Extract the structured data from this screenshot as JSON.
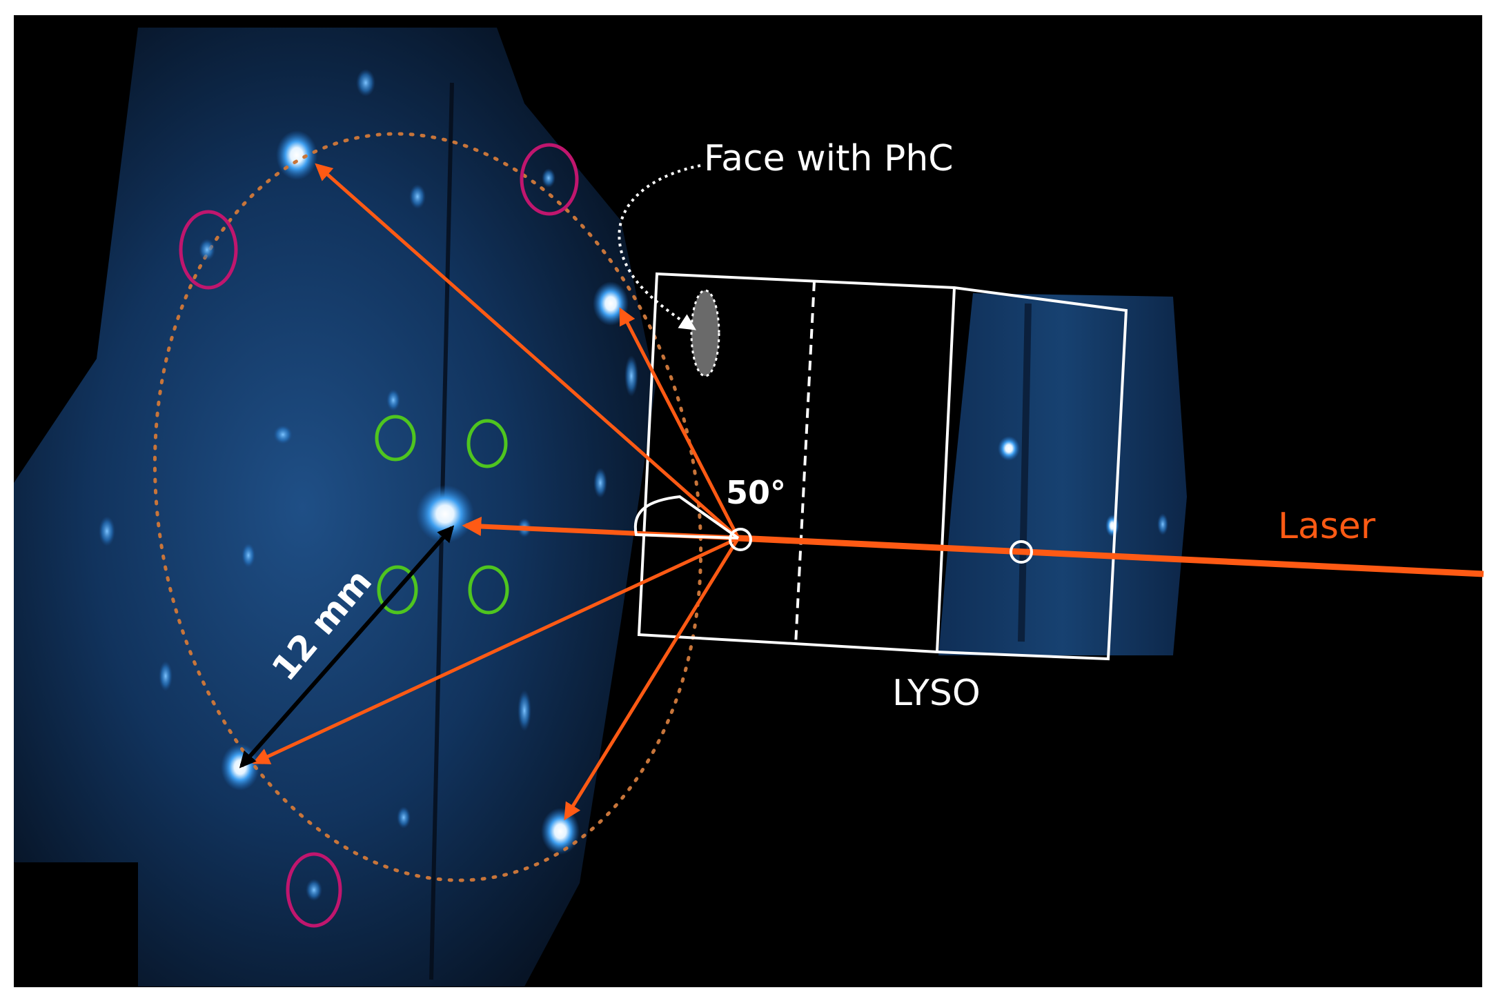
{
  "labels": {
    "face_with_phc": "Face with PhC",
    "angle": "50°",
    "laser": "Laser",
    "lyso": "LYSO",
    "distance": "12 mm"
  },
  "colors": {
    "laser": "#ff5a14",
    "dotted_circle": "#c8753a",
    "magenta_markers": "#c0166e",
    "green_markers": "#4fc51f",
    "annotation": "#ffffff",
    "spot_glow": "#2a8fe0",
    "background": "#000000"
  }
}
